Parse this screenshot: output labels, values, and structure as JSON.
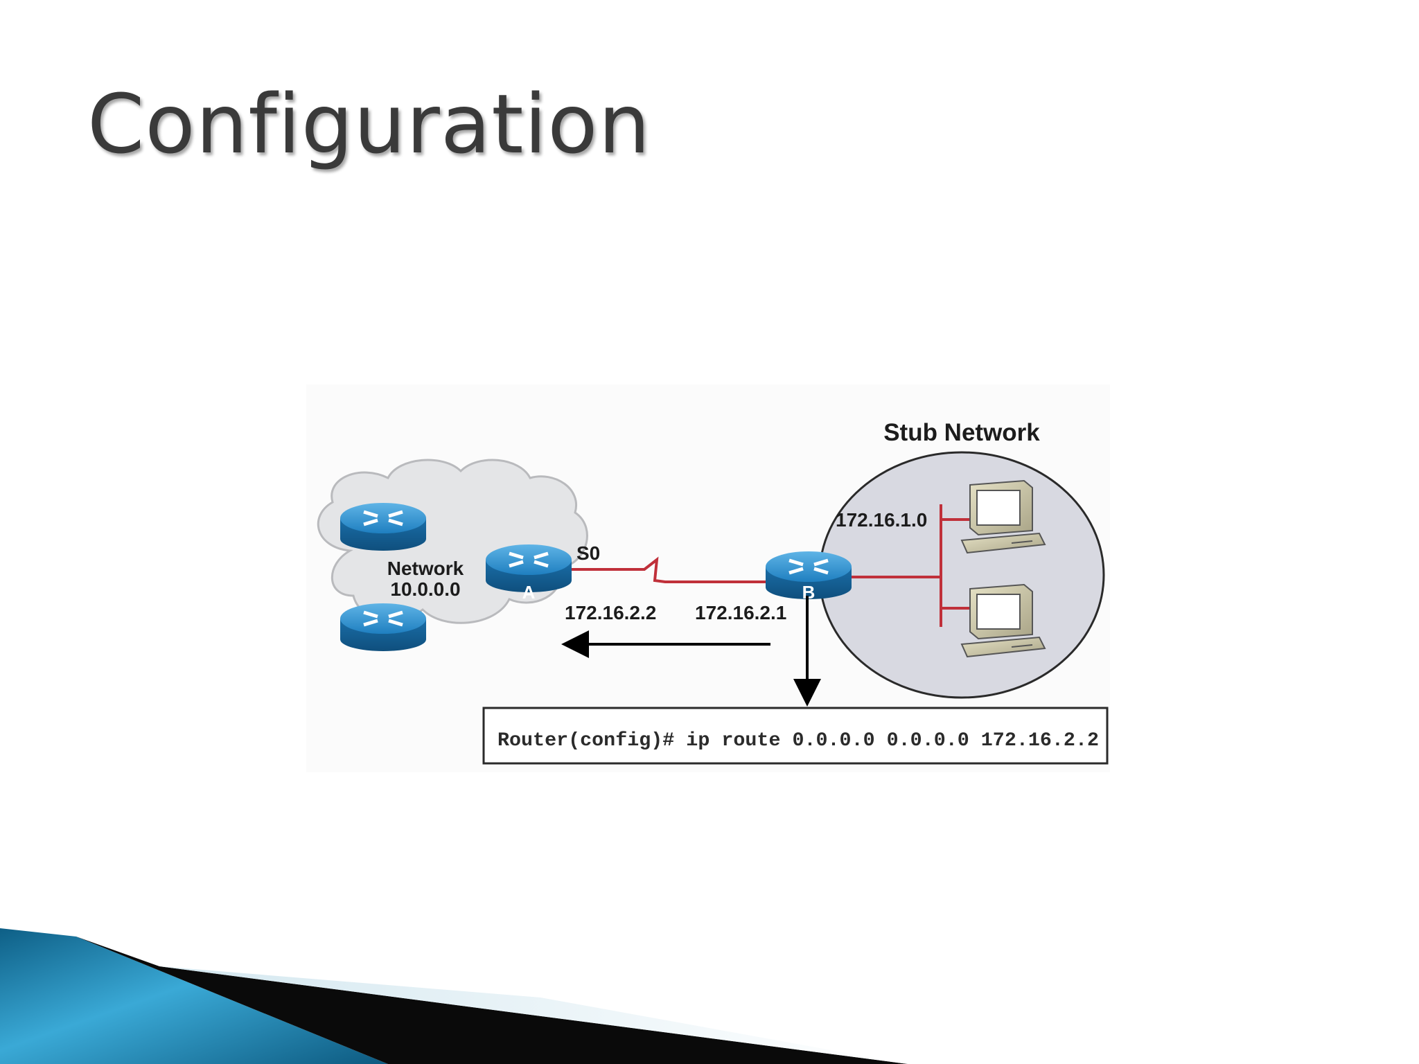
{
  "slide": {
    "title": "Configuration"
  },
  "diagram": {
    "stub_network_label": "Stub Network",
    "stub_subnet": "172.16.1.0",
    "network_label_line1": "Network",
    "network_label_line2": "10.0.0.0",
    "router_a_label": "A",
    "router_b_label": "B",
    "interface_label": "S0",
    "router_a_ip": "172.16.2.2",
    "router_b_ip": "172.16.2.1",
    "command": "Router(config)# ip route 0.0.0.0 0.0.0.0 172.16.2.2",
    "colors": {
      "router_blue": "#1f7fc0",
      "link_red": "#c0303a",
      "stub_fill": "#d8d9e1",
      "cloud_fill": "#e4e5e7",
      "accent_teal": "#2a8db8"
    },
    "icons": [
      "router-icon",
      "computer-icon",
      "cloud-icon",
      "arrow-icon"
    ]
  }
}
